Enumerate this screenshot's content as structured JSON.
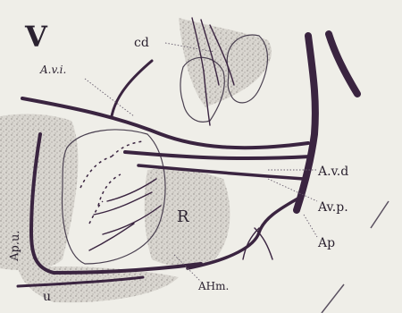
{
  "figure": {
    "panel_letter": "V",
    "labels": {
      "cd": "cd",
      "avi": "A.v.i.",
      "avd": "A.v.d",
      "avp": "Av.p.",
      "ap": "Ap",
      "r": "R",
      "ahm": "AHm.",
      "apu": "Ap.u.",
      "u": "u"
    }
  },
  "colors": {
    "paper": "#efeee8",
    "stipple": "#a7a3a0",
    "vessel": "#3a2440",
    "outline": "#4a4050"
  }
}
